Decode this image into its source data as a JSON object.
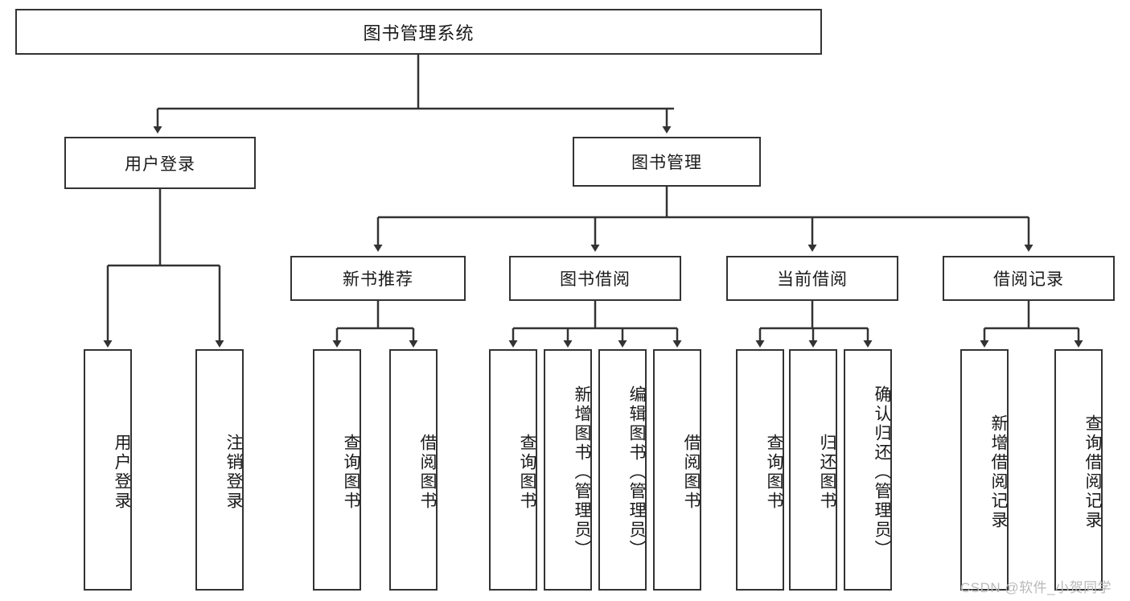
{
  "diagram": {
    "title": "图书管理系统",
    "watermark": "CSDN @软件_小贺同学",
    "colors": {
      "stroke": "#333333",
      "fill": "#ffffff",
      "text": "#1a1a1a",
      "watermark": "#b9b9b9"
    },
    "nodes": {
      "root": {
        "label": "图书管理系统"
      },
      "level1": [
        {
          "id": "user-login",
          "label": "用户登录"
        },
        {
          "id": "book-management",
          "label": "图书管理"
        }
      ],
      "level2": [
        {
          "id": "new-book-recommend",
          "label": "新书推荐"
        },
        {
          "id": "book-borrow",
          "label": "图书借阅"
        },
        {
          "id": "current-borrow",
          "label": "当前借阅"
        },
        {
          "id": "borrow-record",
          "label": "借阅记录"
        }
      ],
      "leaves": [
        {
          "id": "leaf-user-login",
          "label": "用户登录",
          "parent": "user-login"
        },
        {
          "id": "leaf-logout",
          "label": "注销登录",
          "parent": "user-login"
        },
        {
          "id": "leaf-query-book-1",
          "label": "查询图书",
          "parent": "new-book-recommend"
        },
        {
          "id": "leaf-borrow-book-1",
          "label": "借阅图书",
          "parent": "new-book-recommend"
        },
        {
          "id": "leaf-query-book-2",
          "label": "查询图书",
          "parent": "book-borrow"
        },
        {
          "id": "leaf-add-book",
          "label": "新增图书（管理员）",
          "parent": "book-borrow"
        },
        {
          "id": "leaf-edit-book",
          "label": "编辑图书（管理员）",
          "parent": "book-borrow"
        },
        {
          "id": "leaf-borrow-book-2",
          "label": "借阅图书",
          "parent": "book-borrow"
        },
        {
          "id": "leaf-query-book-3",
          "label": "查询图书",
          "parent": "current-borrow"
        },
        {
          "id": "leaf-return-book",
          "label": "归还图书",
          "parent": "current-borrow"
        },
        {
          "id": "leaf-confirm-return",
          "label": "确认归还（管理员）",
          "parent": "current-borrow"
        },
        {
          "id": "leaf-add-record",
          "label": "新增借阅记录",
          "parent": "borrow-record"
        },
        {
          "id": "leaf-query-record",
          "label": "查询借阅记录",
          "parent": "borrow-record"
        }
      ]
    }
  }
}
